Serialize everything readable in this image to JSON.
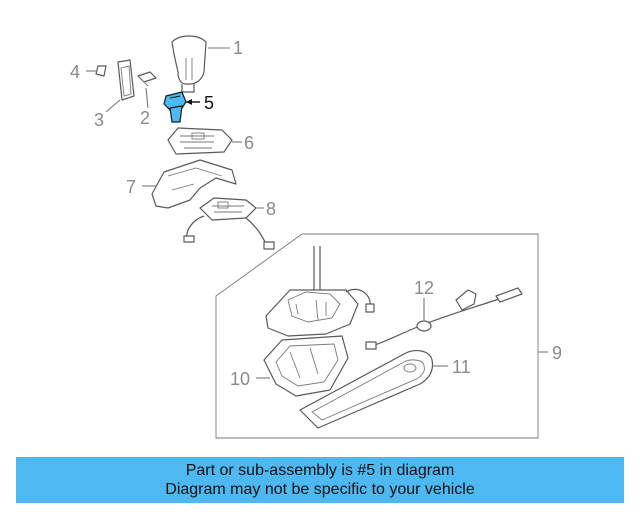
{
  "diagram": {
    "highlight_color": "#4db8f2",
    "callouts": [
      {
        "id": "1",
        "label": "1"
      },
      {
        "id": "2",
        "label": "2"
      },
      {
        "id": "3",
        "label": "3"
      },
      {
        "id": "4",
        "label": "4"
      },
      {
        "id": "5",
        "label": "5"
      },
      {
        "id": "6",
        "label": "6"
      },
      {
        "id": "7",
        "label": "7"
      },
      {
        "id": "8",
        "label": "8"
      },
      {
        "id": "9",
        "label": "9"
      },
      {
        "id": "10",
        "label": "10"
      },
      {
        "id": "11",
        "label": "11"
      },
      {
        "id": "12",
        "label": "12"
      }
    ],
    "highlighted_part": "5"
  },
  "banner": {
    "line1": "Part or sub-assembly is #5 in diagram",
    "line2": "Diagram may not be specific to your vehicle",
    "background": "#4db8f2"
  }
}
